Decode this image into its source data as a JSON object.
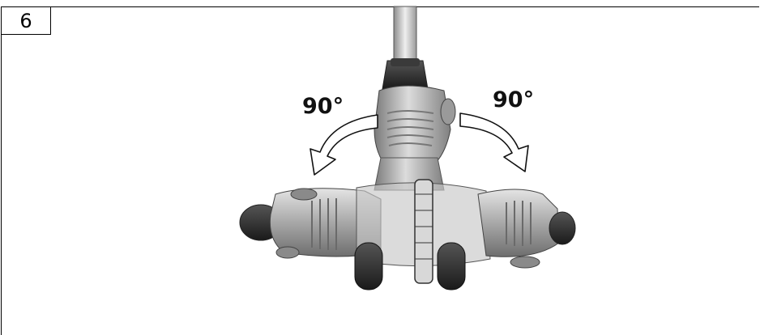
{
  "step": {
    "number": "6"
  },
  "rotation": {
    "left_angle": "90°",
    "right_angle": "90°"
  }
}
